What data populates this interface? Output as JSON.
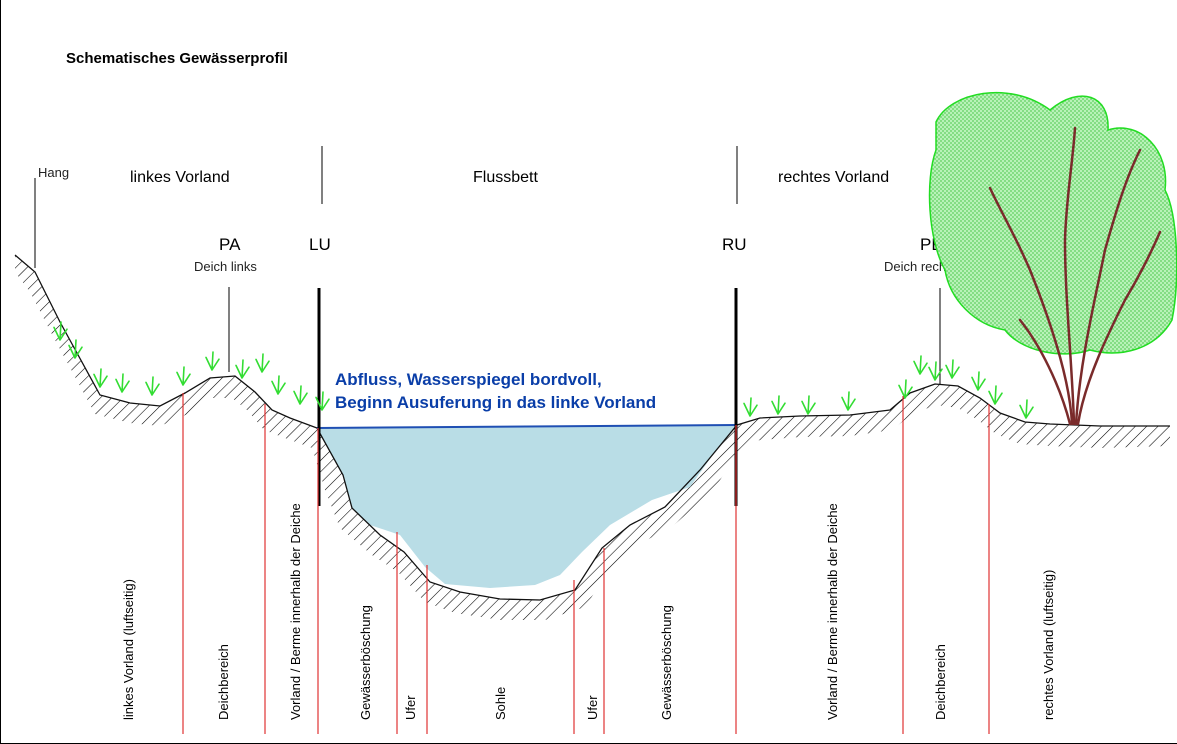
{
  "title": "Schematisches Gewässerprofil",
  "zones": {
    "hang": "Hang",
    "left": "linkes Vorland",
    "center": "Flussbett",
    "right": "rechtes Vorland"
  },
  "points": {
    "pa": "PA",
    "pa_sub": "Deich links",
    "lu": "LU",
    "ru": "RU",
    "pe": "PE",
    "pe_sub": "Deich rechts"
  },
  "flow_label": {
    "line1": "Abfluss, Wasserspiegel bordvoll,",
    "line2": "Beginn Ausuferung in das linke Vorland"
  },
  "bottom_labels": [
    "linkes Vorland (luftseitig)",
    "Deichbereich",
    "Vorland / Berme innerhalb der Deiche",
    "Gewässerböschung",
    "Ufer",
    "Sohle",
    "Ufer",
    "Gewässerböschung",
    "Vorland / Berme innerhalb der Deiche",
    "Deichbereich",
    "rechtes Vorland (luftseitig)"
  ],
  "colors": {
    "water": "#b9dde6",
    "water_line": "#1f4fb3",
    "grass": "#33dd33",
    "tree_crown": "#99ee99",
    "tree_trunk": "#7a2b2b",
    "divider_red": "#e03333",
    "flow_text": "#0a3ea8"
  }
}
